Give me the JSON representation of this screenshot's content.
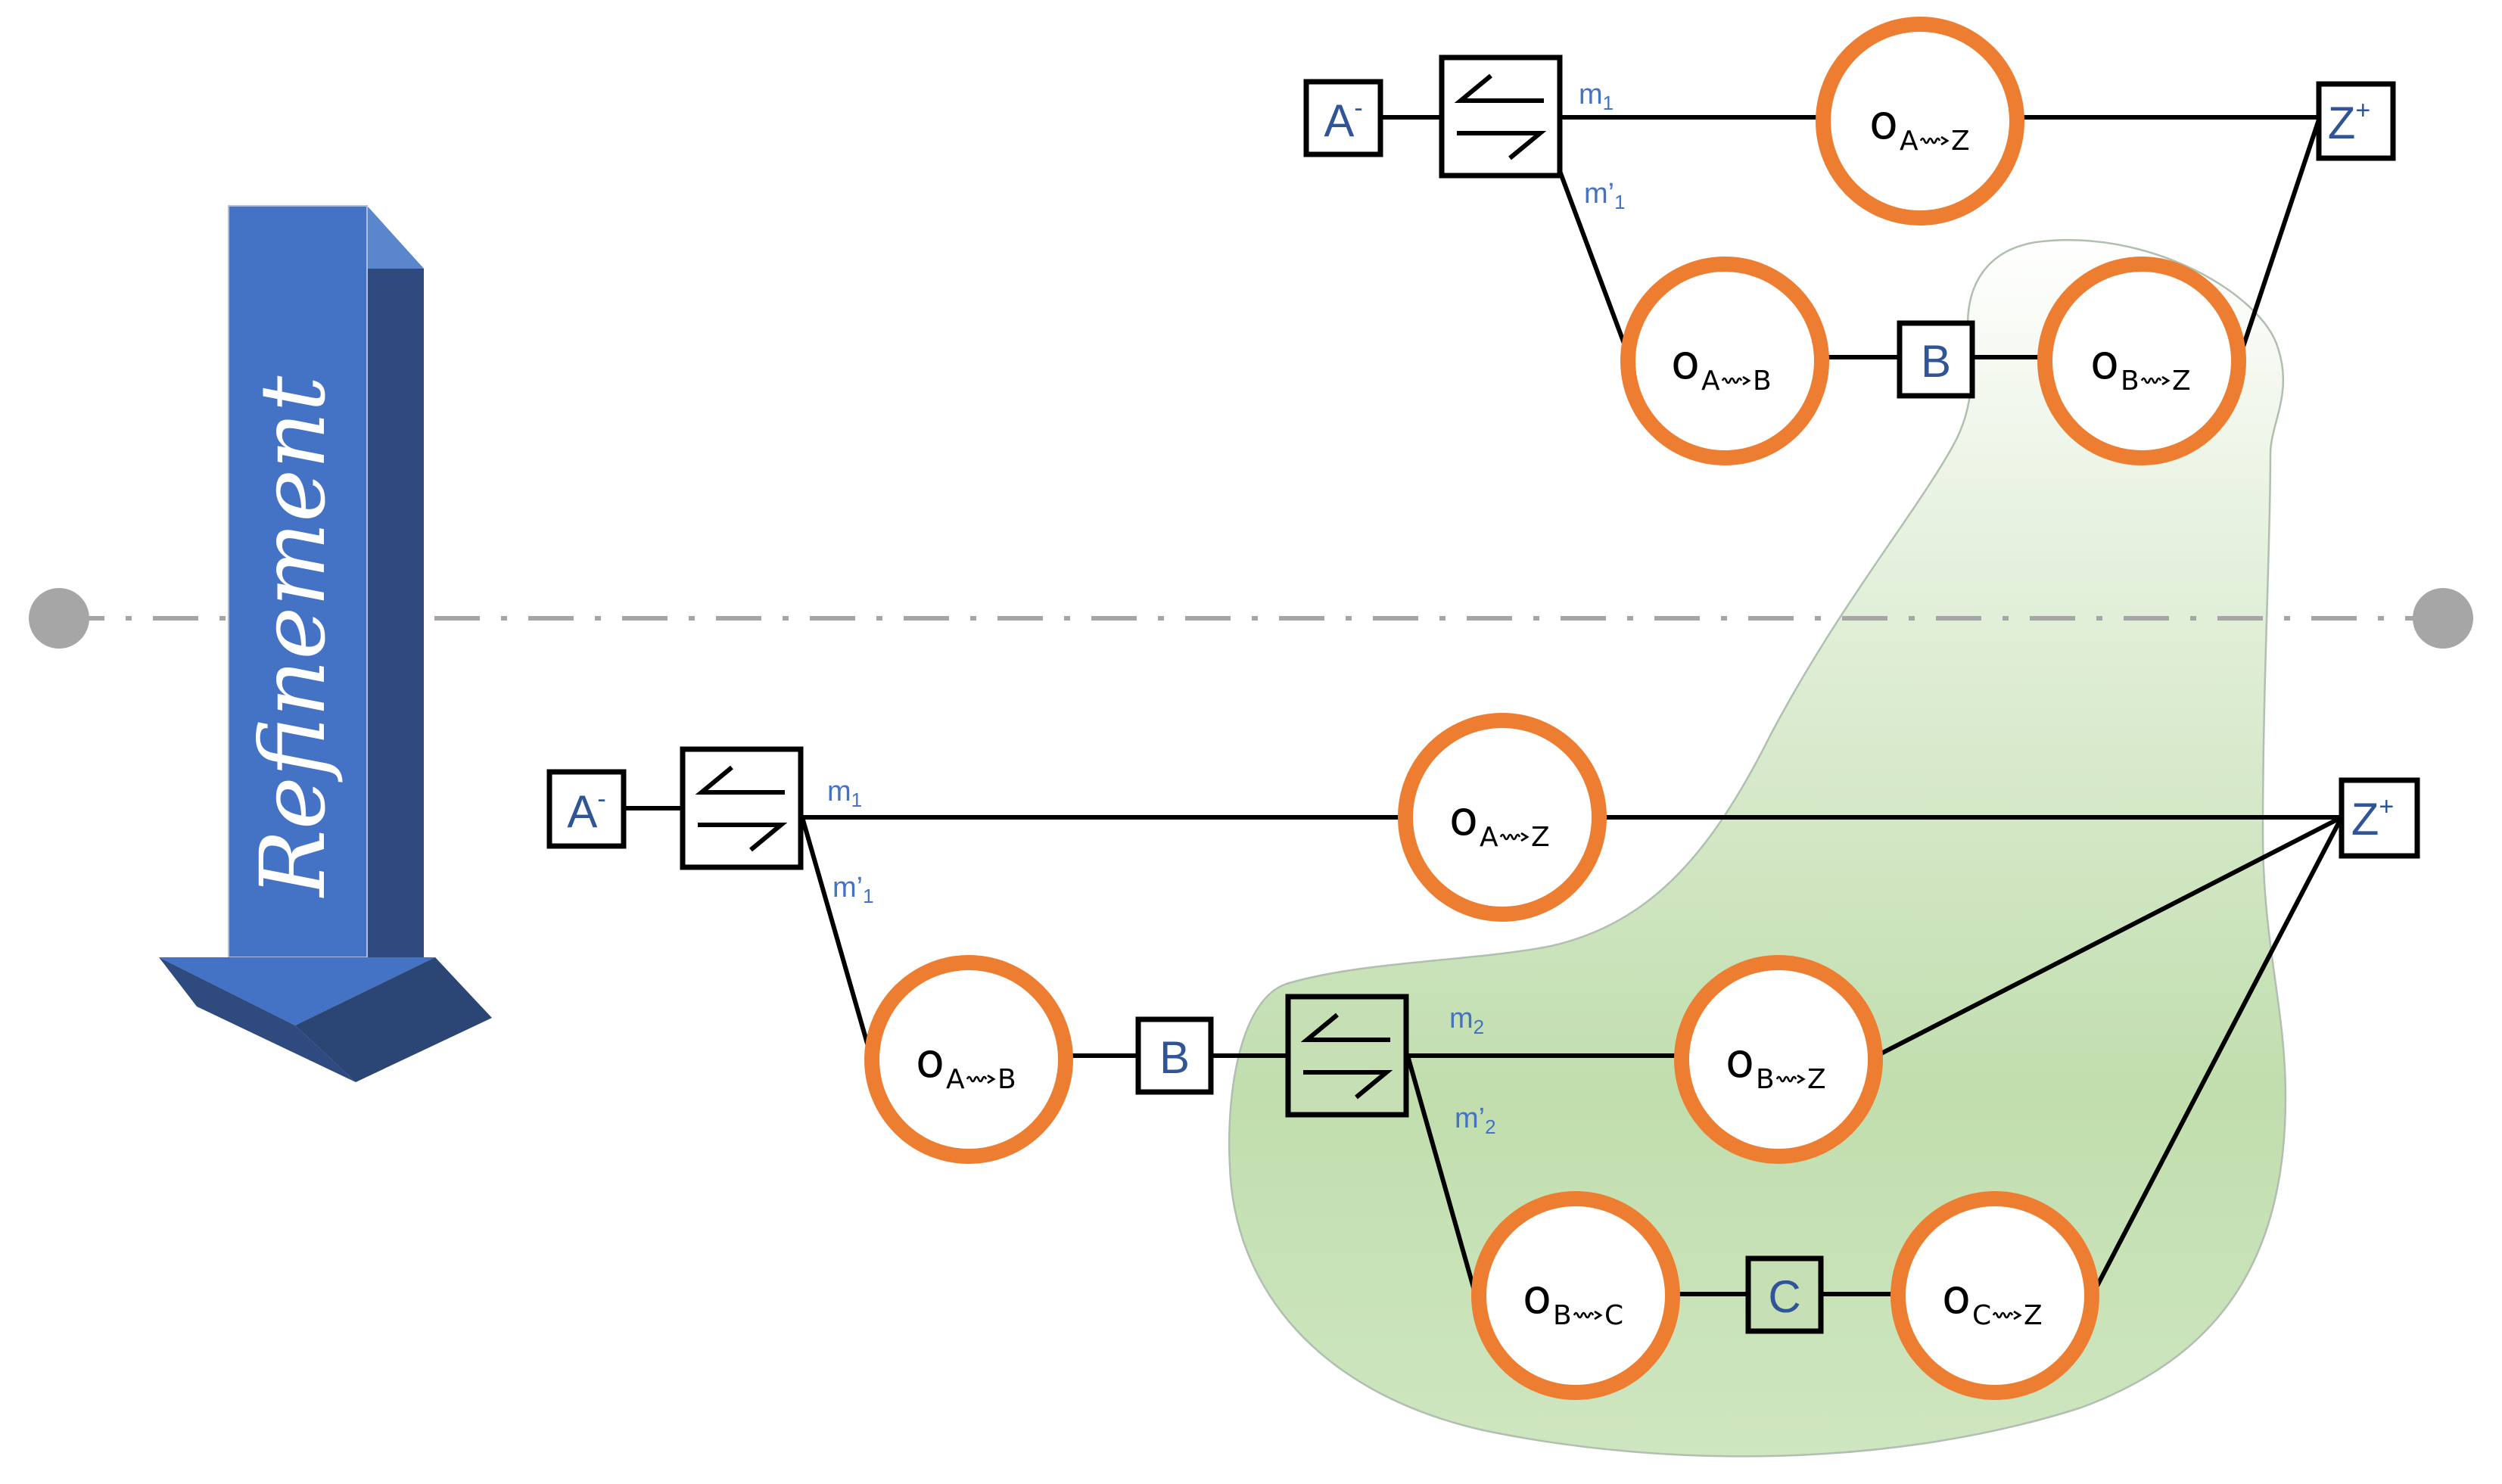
{
  "colors": {
    "arrow_front": "#4472C4",
    "arrow_side": "#2F4A7E",
    "operator_ring": "#ED7D31",
    "state_text": "#2F5597",
    "mode_text": "#4472C4",
    "region_fill": "#C5E0B4",
    "separator": "#A6A6A6",
    "line": "#000000"
  },
  "refinement_arrow": {
    "label": "Refinement"
  },
  "separator": {
    "style": "dash-dot"
  },
  "top_level": {
    "states": {
      "start": "A",
      "start_sup": "-",
      "goal": "Z",
      "goal_sup": "+",
      "mid": "B"
    },
    "choice_icon": "swap-arrows-icon",
    "modes": {
      "m1": "m",
      "m1_sub": "1",
      "m1p": "m’",
      "m1p_sub": "1"
    },
    "operators": {
      "a_z": {
        "o": "o",
        "from": "A",
        "to": "Z"
      },
      "a_b": {
        "o": "o",
        "from": "A",
        "to": "B"
      },
      "b_z": {
        "o": "o",
        "from": "B",
        "to": "Z"
      }
    }
  },
  "refined_level": {
    "states": {
      "start": "A",
      "start_sup": "-",
      "goal": "Z",
      "goal_sup": "+",
      "b": "B",
      "c": "C"
    },
    "choice_icon": "swap-arrows-icon",
    "modes": {
      "m1": "m",
      "m1_sub": "1",
      "m1p": "m’",
      "m1p_sub": "1",
      "m2": "m",
      "m2_sub": "2",
      "m2p": "m’",
      "m2p_sub": "2"
    },
    "operators": {
      "a_z": {
        "o": "o",
        "from": "A",
        "to": "Z"
      },
      "a_b": {
        "o": "o",
        "from": "A",
        "to": "B"
      },
      "b_z": {
        "o": "o",
        "from": "B",
        "to": "Z"
      },
      "b_c": {
        "o": "o",
        "from": "B",
        "to": "C"
      },
      "c_z": {
        "o": "o",
        "from": "C",
        "to": "Z"
      }
    }
  }
}
